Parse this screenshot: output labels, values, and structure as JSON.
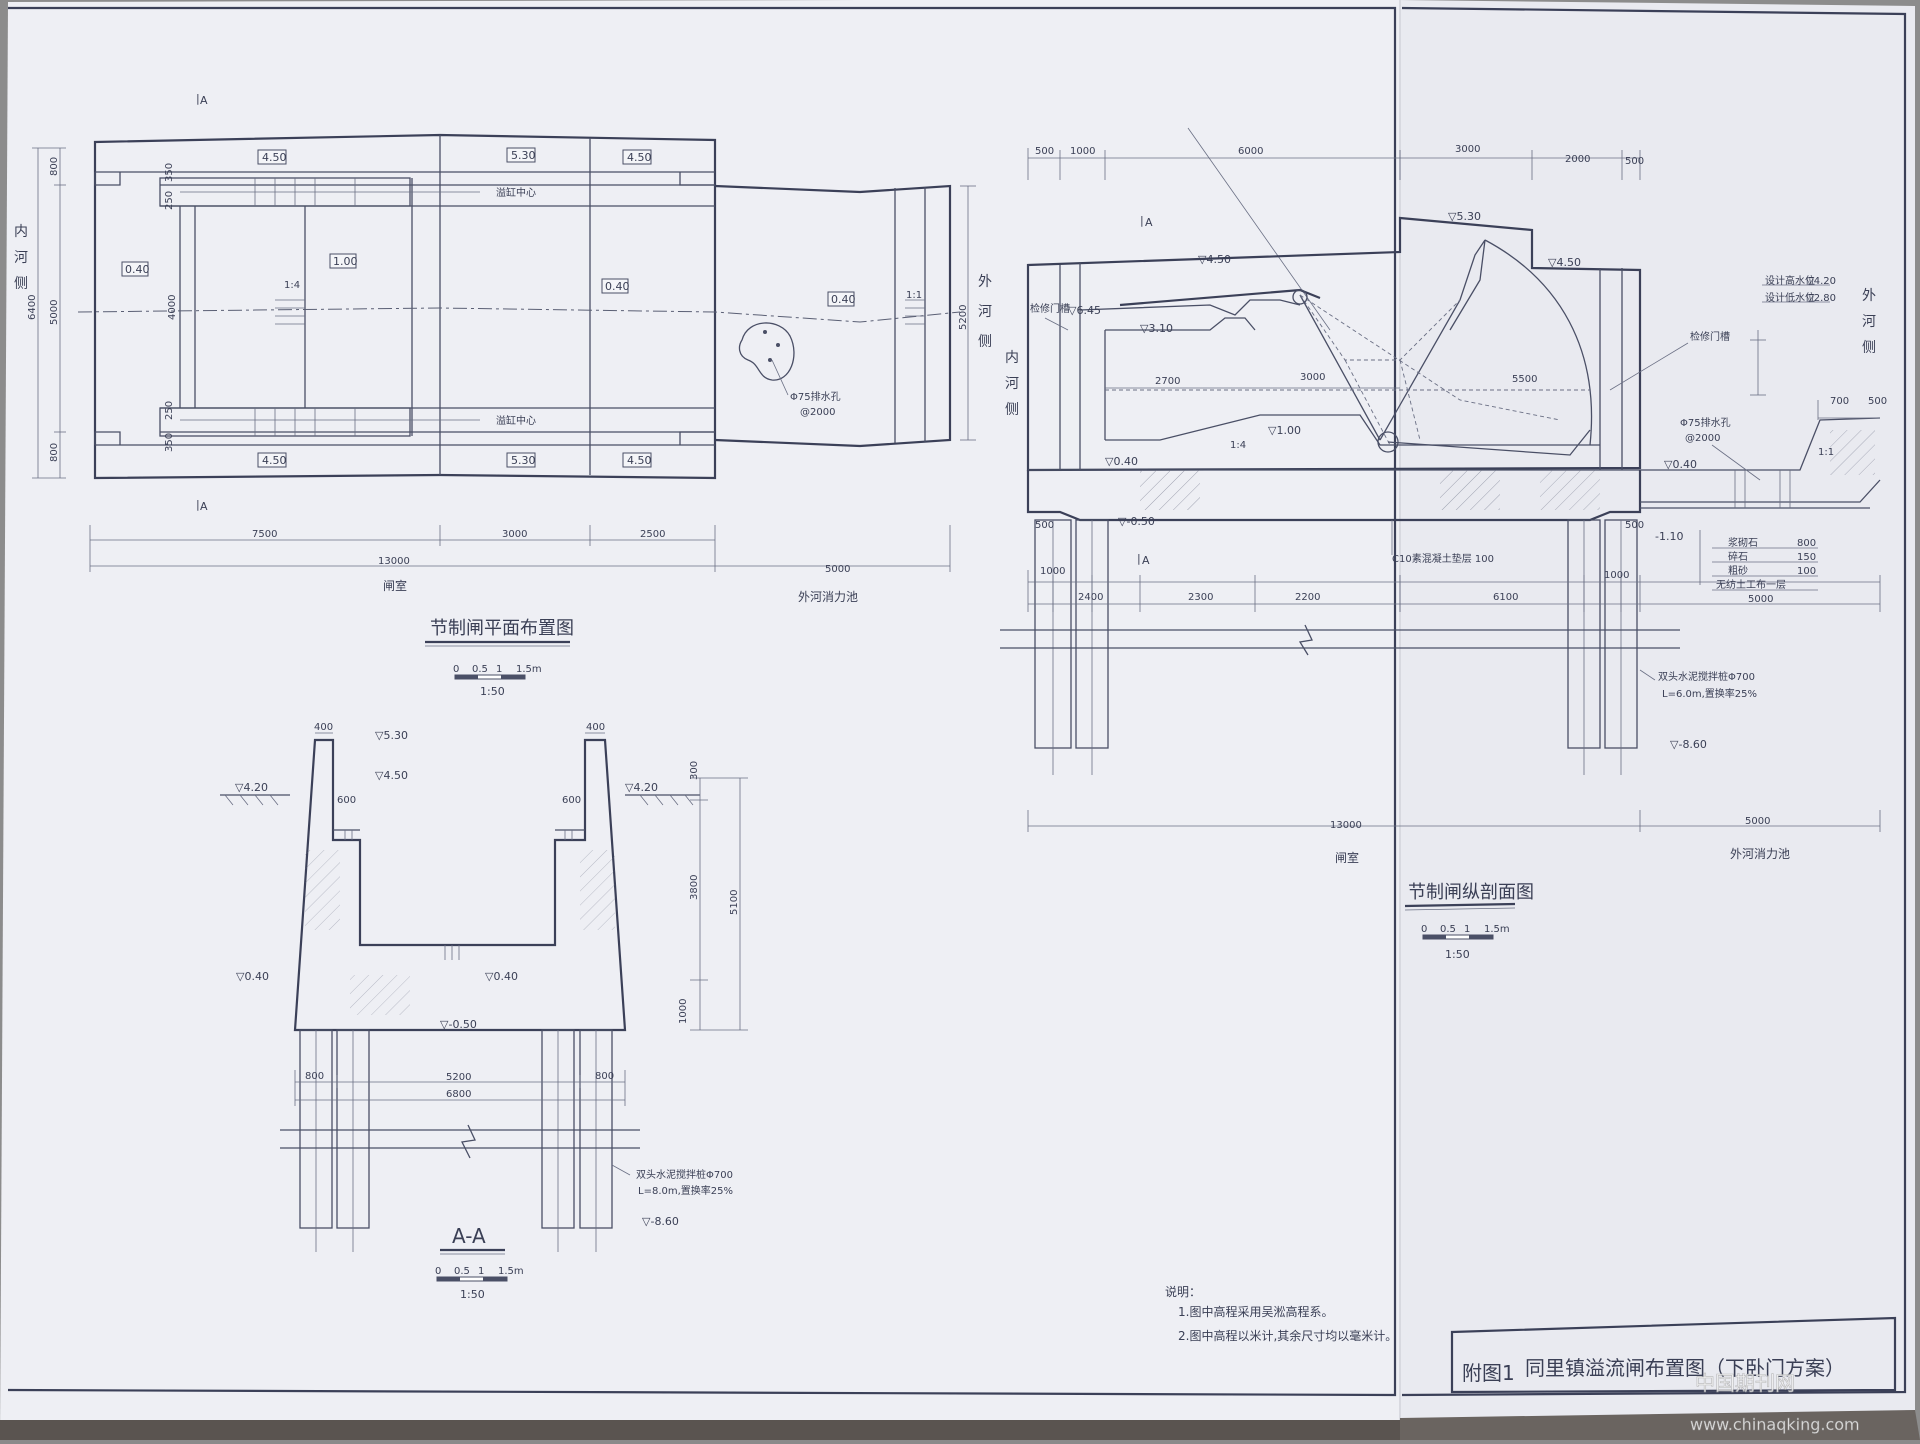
{
  "plan": {
    "title": "节制闸平面布置图",
    "scale": "1:50",
    "scale_ticks": [
      "0",
      "0.5",
      "1",
      "1.5m"
    ],
    "section_mark": "A",
    "inner_side": "内河侧",
    "outer_side": "外河侧",
    "elev_top_left": "4.50",
    "elev_top_mid": "5.30",
    "elev_top_right": "4.50",
    "elev_bot_left": "4.50",
    "elev_bot_mid": "5.30",
    "elev_bot_right": "4.50",
    "elev_floor_inner": "0.40",
    "elev_floor_gate": "1.00",
    "elev_floor_chamber": "0.40",
    "elev_floor_pool": "0.40",
    "slope_inner": "1:4",
    "slope_outer": "1:1",
    "pier_center": "溢缸中心",
    "drain_hole": "Φ75排水孔",
    "drain_spacing": "@2000",
    "dim_vert_total": "6400",
    "dim_vert_mid": "5000",
    "dim_vert_top": "800",
    "dim_vert_bot": "800",
    "dim_vert_inner": "4000",
    "dim_vert_pool": "5200",
    "dim_side_a": "350",
    "dim_side_b": "250",
    "dim_h1": "7500",
    "dim_h2": "3000",
    "dim_h3": "2500",
    "dim_total": "13000",
    "dim_pool": "5000",
    "label_chamber": "闸室",
    "label_pool": "外河消力池"
  },
  "section": {
    "title": "节制闸纵剖面图",
    "scale": "1:50",
    "scale_ticks": [
      "0",
      "0.5",
      "1",
      "1.5m"
    ],
    "section_mark": "A",
    "inner_side": "内河侧",
    "outer_side": "外河侧",
    "top_dims": [
      "500",
      "1000",
      "6000",
      "3000",
      "2000",
      "500"
    ],
    "elev_530": "5.30",
    "elev_450_left": "4.50",
    "elev_450_right": "4.50",
    "elev_645": "6.45",
    "elev_310": "3.10",
    "elev_100": "1.00",
    "elev_040_left": "0.40",
    "elev_040_right": "0.40",
    "elev_neg050": "-0.50",
    "elev_neg110": "-1.10",
    "elev_neg860": "-8.60",
    "design_high": "设计高水位",
    "design_high_val": "4.20",
    "design_low": "设计低水位",
    "design_low_val": "2.80",
    "gate_slot_left": "检修门槽",
    "gate_slot_right": "检修门槽",
    "dim_2700": "2700",
    "dim_3000": "3000",
    "dim_5500": "5500",
    "slope": "1:4",
    "slope_outer": "1:1",
    "dim_700": "700",
    "dim_500": "500",
    "drain": "Φ75排水孔",
    "drain_spacing": "@2000",
    "concrete_note": "C10素混凝土垫层 100",
    "layer1": "浆砌石",
    "layer1_v": "800",
    "layer2": "碎石",
    "layer2_v": "150",
    "layer3": "粗砂",
    "layer3_v": "100",
    "layer4": "无纺土工布一层",
    "pile_dims": [
      "500",
      "1000",
      "2400",
      "2300",
      "2200",
      "6100",
      "1000",
      "500",
      "5000"
    ],
    "pile_note": "双头水泥搅拌桩Φ700",
    "pile_note2": "L=6.0m,置换率25%",
    "dim_total": "13000",
    "dim_pool": "5000",
    "label_chamber": "闸室",
    "label_pool": "外河消力池"
  },
  "aa": {
    "title": "A-A",
    "scale": "1:50",
    "scale_ticks": [
      "0",
      "0.5",
      "1",
      "1.5m"
    ],
    "dim_400_l": "400",
    "dim_400_r": "400",
    "elev_530": "5.30",
    "elev_450": "4.50",
    "elev_420_l": "4.20",
    "elev_420_r": "4.20",
    "dim_600_l": "600",
    "dim_600_r": "600",
    "elev_040_l": "0.40",
    "elev_040_c": "0.40",
    "elev_neg050": "-0.50",
    "elev_neg860": "-8.60",
    "dim_300": "300",
    "dim_3800": "3800",
    "dim_5100": "5100",
    "dim_1000": "1000",
    "dim_800_l": "800",
    "dim_800_r": "800",
    "dim_5200": "5200",
    "dim_6800": "6800",
    "pile_note": "双头水泥搅拌桩Φ700",
    "pile_note2": "L=8.0m,置换率25%"
  },
  "notes": {
    "heading": "说明：",
    "n1": "1.图中高程采用吴淞高程系。",
    "n2": "2.图中高程以米计,其余尺寸均以毫米计。"
  },
  "title_block": {
    "label": "附图1",
    "title": "同里镇溢流闸布置图（下卧门方案）"
  },
  "watermark": {
    "cn": "中国期刊网",
    "url": "www.chinaqking.com"
  }
}
